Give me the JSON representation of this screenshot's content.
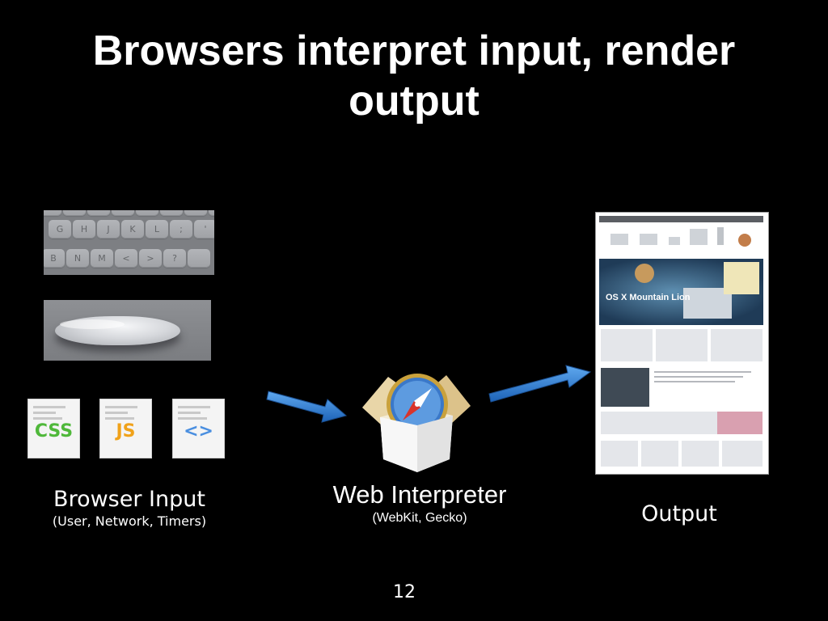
{
  "slide": {
    "title": "Browsers interpret input, render output",
    "page_number": "12"
  },
  "input": {
    "label": "Browser Input",
    "sublabel": "(User, Network, Timers)",
    "keys_row1": [
      "G",
      "H",
      "J",
      "K",
      "L",
      ";",
      "'"
    ],
    "keys_row2": [
      "B",
      "N",
      "M",
      "<",
      ">",
      "?",
      ""
    ],
    "files": [
      {
        "tag": "CSS",
        "color": "#4fb83a",
        "icon": "css-file-icon"
      },
      {
        "tag": "JS",
        "color": "#f0a21a",
        "icon": "js-file-icon"
      },
      {
        "tag": "<>",
        "color": "#4a8fe0",
        "icon": "html-file-icon"
      }
    ]
  },
  "interpreter": {
    "label": "Web Interpreter",
    "sublabel": "(WebKit, Gecko)",
    "icon": "safari-compass-box-icon"
  },
  "output": {
    "label": "Output",
    "hero_text": "OS X Mountain Lion"
  },
  "colors": {
    "background": "#000000",
    "text": "#ffffff",
    "arrow": "#2f7fd4"
  }
}
